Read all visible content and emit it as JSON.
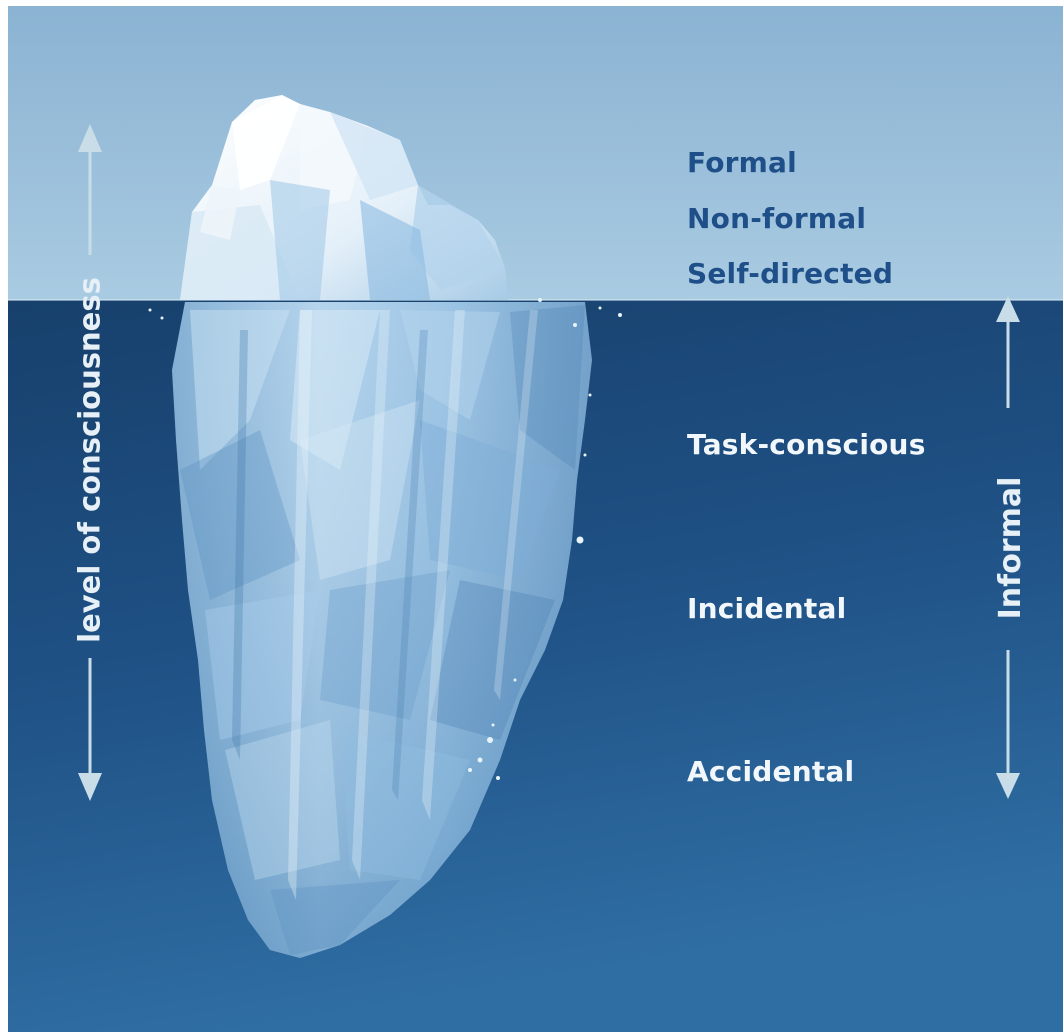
{
  "labels_above_water": [
    "Formal",
    "Non-formal",
    "Self-directed"
  ],
  "labels_below_water": [
    "Task-conscious",
    "Incidental",
    "Accidental"
  ],
  "left_axis_label": "level of consciousness",
  "right_axis_label": "Informal",
  "colors": {
    "sky": "#97bcd8",
    "water_surface": "#2c5f90",
    "water_deep": "#18406b",
    "above_text": "#1f4f88",
    "below_text": "#f2f7fb",
    "arrow": "#c9dde8"
  }
}
